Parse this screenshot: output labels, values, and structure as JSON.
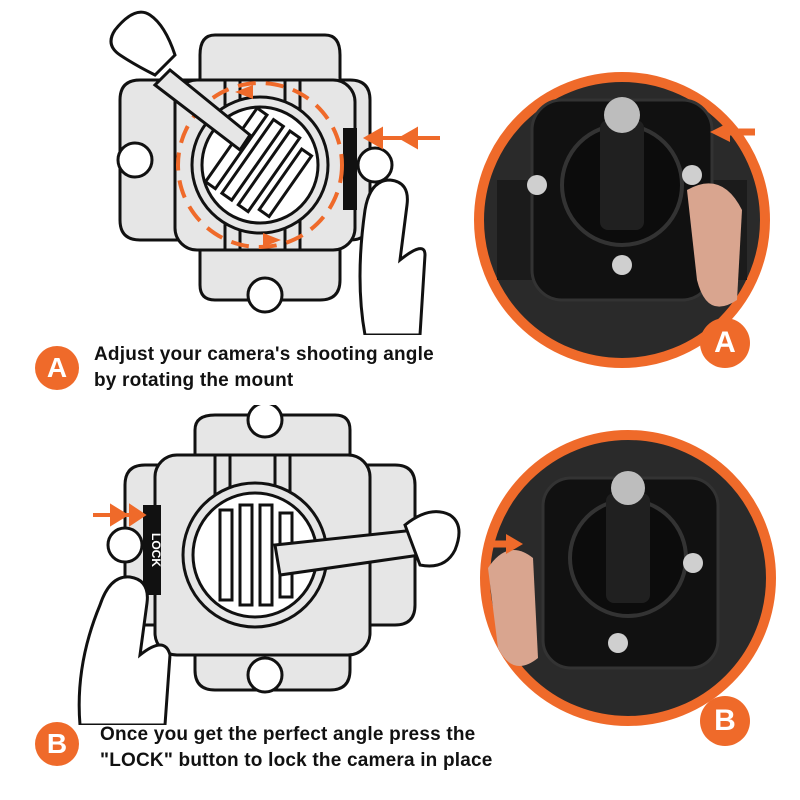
{
  "step_a": {
    "badge": "A",
    "line1": "Adjust your camera's shooting angle",
    "line2": "by rotating the mount",
    "photo_badge": "A"
  },
  "step_b": {
    "badge": "B",
    "line1": "Once you get the perfect angle press the",
    "line2": "\"LOCK\" button to lock the camera in place",
    "lock_label": "LOCK",
    "photo_badge": "B"
  },
  "colors": {
    "accent": "#ef6a2a",
    "outline": "#111111",
    "mount_fill": "#e6e6e6",
    "photo_bg": "#2a2a2a"
  }
}
